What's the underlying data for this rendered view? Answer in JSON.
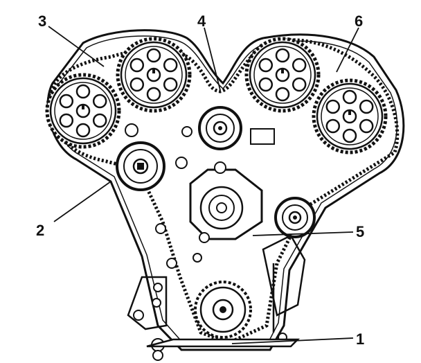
{
  "colors": {
    "ink": "#111111",
    "paper": "#ffffff"
  },
  "callouts": [
    {
      "id": "1",
      "text": "1"
    },
    {
      "id": "2",
      "text": "2"
    },
    {
      "id": "3",
      "text": "3"
    },
    {
      "id": "4",
      "text": "4"
    },
    {
      "id": "5",
      "text": "5"
    },
    {
      "id": "6",
      "text": "6"
    }
  ]
}
